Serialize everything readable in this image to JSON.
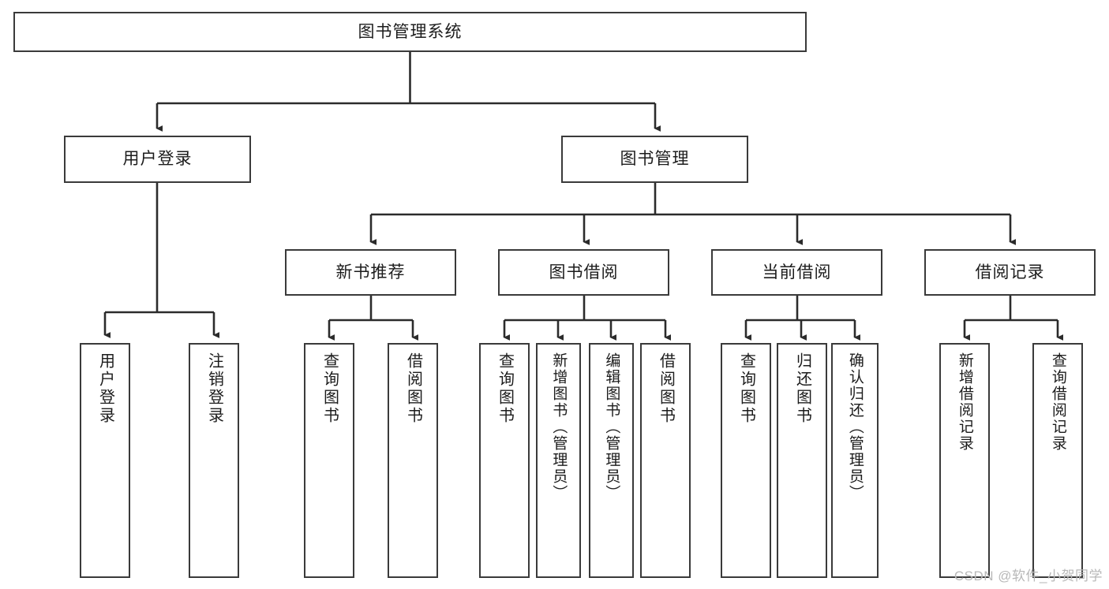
{
  "diagram": {
    "title": "图书管理系统",
    "type": "hierarchy-tree",
    "colors": {
      "box_border": "#3a3a3a",
      "box_fill": "#ffffff",
      "line": "#2b2b2b",
      "text": "#1c1c1c",
      "watermark": "#b8b8b8",
      "background": "#ffffff"
    },
    "root": {
      "label": "图书管理系统"
    },
    "level2": [
      {
        "label": "用户登录"
      },
      {
        "label": "图书管理"
      }
    ],
    "level3": [
      {
        "label": "新书推荐"
      },
      {
        "label": "图书借阅"
      },
      {
        "label": "当前借阅"
      },
      {
        "label": "借阅记录"
      }
    ],
    "leaves": {
      "user_login": [
        {
          "label": "用户登录"
        },
        {
          "label": "注销登录"
        }
      ],
      "new_book_recommend": [
        {
          "label": "查询图书"
        },
        {
          "label": "借阅图书"
        }
      ],
      "book_borrow": [
        {
          "label": "查询图书"
        },
        {
          "label": "新增图书（管理员）"
        },
        {
          "label": "编辑图书（管理员）"
        },
        {
          "label": "借阅图书"
        }
      ],
      "current_borrow": [
        {
          "label": "查询图书"
        },
        {
          "label": "归还图书"
        },
        {
          "label": "确认归还（管理员）"
        }
      ],
      "borrow_record": [
        {
          "label": "新增借阅记录"
        },
        {
          "label": "查询借阅记录"
        }
      ]
    }
  },
  "watermark": {
    "text": "CSDN @软件_小贺同学"
  }
}
